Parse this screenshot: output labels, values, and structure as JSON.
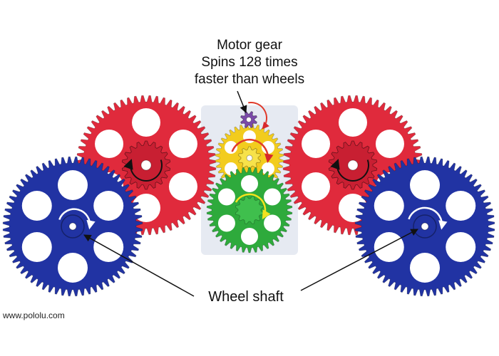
{
  "annotations": {
    "motor_gear_lines": [
      "Motor gear",
      "Spins 128 times",
      "faster than wheels"
    ],
    "wheel_shaft": "Wheel shaft"
  },
  "watermark": "www.pololu.com",
  "colors": {
    "red_gear": "#e02a3c",
    "blue_gear": "#2133a3",
    "green_gear": "#2eaa3c",
    "yellow_gear": "#f2cc1e",
    "purple_motor_gear": "#7a4aa8",
    "bg_panel": "#e6eaf2",
    "arrow_red": "#e03a2a",
    "arrow_yellow": "#f2e21e",
    "arrow_white": "#ffffff",
    "arrow_black": "#111111"
  }
}
